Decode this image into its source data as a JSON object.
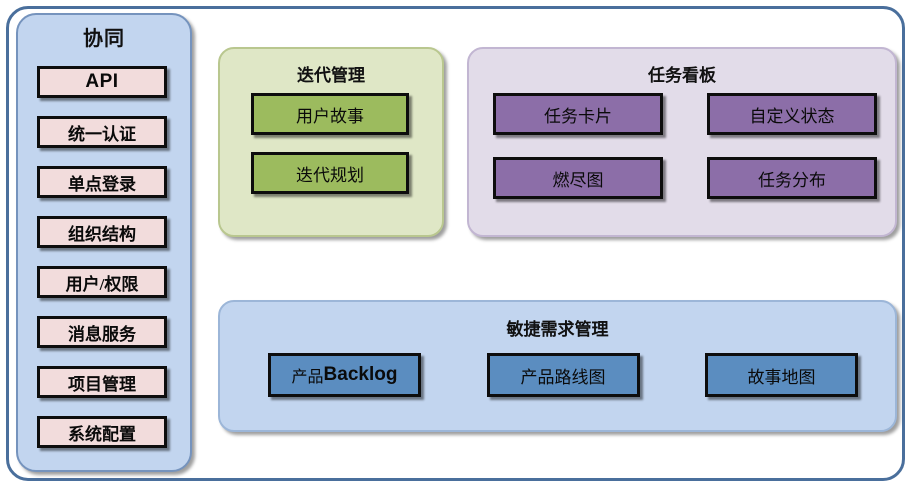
{
  "diagram": {
    "sidebar": {
      "title": "协同",
      "items": [
        {
          "label": "API",
          "script": "latin"
        },
        {
          "label": "统一认证",
          "script": "cjk"
        },
        {
          "label": "单点登录",
          "script": "cjk"
        },
        {
          "label": "组织结构",
          "script": "cjk"
        },
        {
          "label": "用户/权限",
          "script": "cjk"
        },
        {
          "label": "消息服务",
          "script": "cjk"
        },
        {
          "label": "项目管理",
          "script": "cjk"
        },
        {
          "label": "系统配置",
          "script": "cjk"
        }
      ]
    },
    "iteration": {
      "title": "迭代管理",
      "items": [
        {
          "label": "用户故事"
        },
        {
          "label": "迭代规划"
        }
      ]
    },
    "task_board": {
      "title": "任务看板",
      "items": [
        {
          "label": "任务卡片"
        },
        {
          "label": "自定义状态"
        },
        {
          "label": "燃尽图"
        },
        {
          "label": "任务分布"
        }
      ]
    },
    "agile": {
      "title": "敏捷需求管理",
      "items": [
        {
          "label": "产品Backlog",
          "cjk_part": "产品",
          "latin_part": "Backlog",
          "mixed": true
        },
        {
          "label": "产品路线图",
          "mixed": false
        },
        {
          "label": "故事地图",
          "mixed": false
        }
      ]
    }
  },
  "colors": {
    "outer_border": "#4a6f9c",
    "sidebar_fill": "#c2d5ef",
    "sidebar_item_fill": "#f2dcdc",
    "iteration_fill": "#dfe7c6",
    "iteration_item_fill": "#9cbb5e",
    "task_fill": "#e2dce9",
    "task_item_fill": "#8c6ea8",
    "agile_fill": "#c2d5ef",
    "agile_item_fill": "#5b8dc0",
    "item_border": "#0d0d0d"
  }
}
